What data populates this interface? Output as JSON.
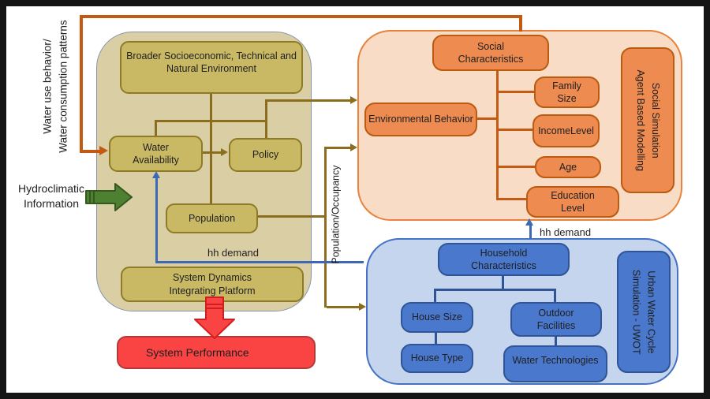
{
  "labels": {
    "water_use": "Water use behavior/\nWater consumption patterns",
    "hydroclimatic": "Hydroclimatic\nInformation",
    "population_occupancy": "Population/Occupancy",
    "hh_demand_left": "hh demand",
    "hh_demand_right": "hh demand"
  },
  "left_panel": {
    "broader": "Broader Socioeconomic, Technical and\nNatural Environment",
    "water_availability": "Water\nAvailability",
    "policy": "Policy",
    "population": "Population",
    "system_dynamics": "System Dynamics\nIntegrating Platform"
  },
  "social_panel": {
    "social_characteristics": "Social\nCharacteristics",
    "environmental_behavior": "Environmental Behavior",
    "family_size": "Family\nSize",
    "income_level": "IncomeLevel",
    "age": "Age",
    "education_level": "Education\nLevel",
    "sim_label": "Social Simulation\nAgent Based Modelling"
  },
  "household_panel": {
    "household_characteristics": "Household\nCharacteristics",
    "house_size": "House Size",
    "outdoor_facilities": "Outdoor\nFacilities",
    "house_type": "House Type",
    "water_technologies": "Water Technologies",
    "sim_label": "Urban Water Cycle\nSimulation - UWOT"
  },
  "output": {
    "system_performance": "System Performance"
  },
  "colors": {
    "tan_panel_fill": "#DACFA4",
    "tan_box_fill": "#C9B965",
    "olive_line": "#8A6E1E",
    "orange_panel_fill": "#F8DCC6",
    "orange_box_fill": "#EE8B50",
    "orange_line": "#C45911",
    "blue_panel_fill": "#C6D5EE",
    "blue_box_fill": "#4A78CC",
    "blue_line": "#3C68B5",
    "red_fill": "#FA4343",
    "green_fill": "#4E8032"
  }
}
